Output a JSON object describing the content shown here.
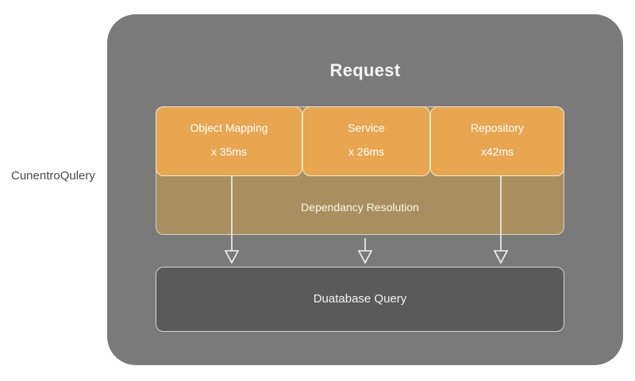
{
  "side_label": "CunentroQulery",
  "panel": {
    "title": "Request",
    "dependency_resolution": "Dependancy Resolution",
    "components": [
      {
        "name": "Object Mapping",
        "time": "x 35ms"
      },
      {
        "name": "Service",
        "time": "x 26ms"
      },
      {
        "name": "Repository",
        "time": "x42ms"
      }
    ],
    "database_query": "Duatabase Query"
  },
  "colors": {
    "panel_bg": "#7a7a7a",
    "component_fill": "#e8a651",
    "resolution_fill": "#a98f60",
    "database_fill": "#5a5a5a"
  }
}
